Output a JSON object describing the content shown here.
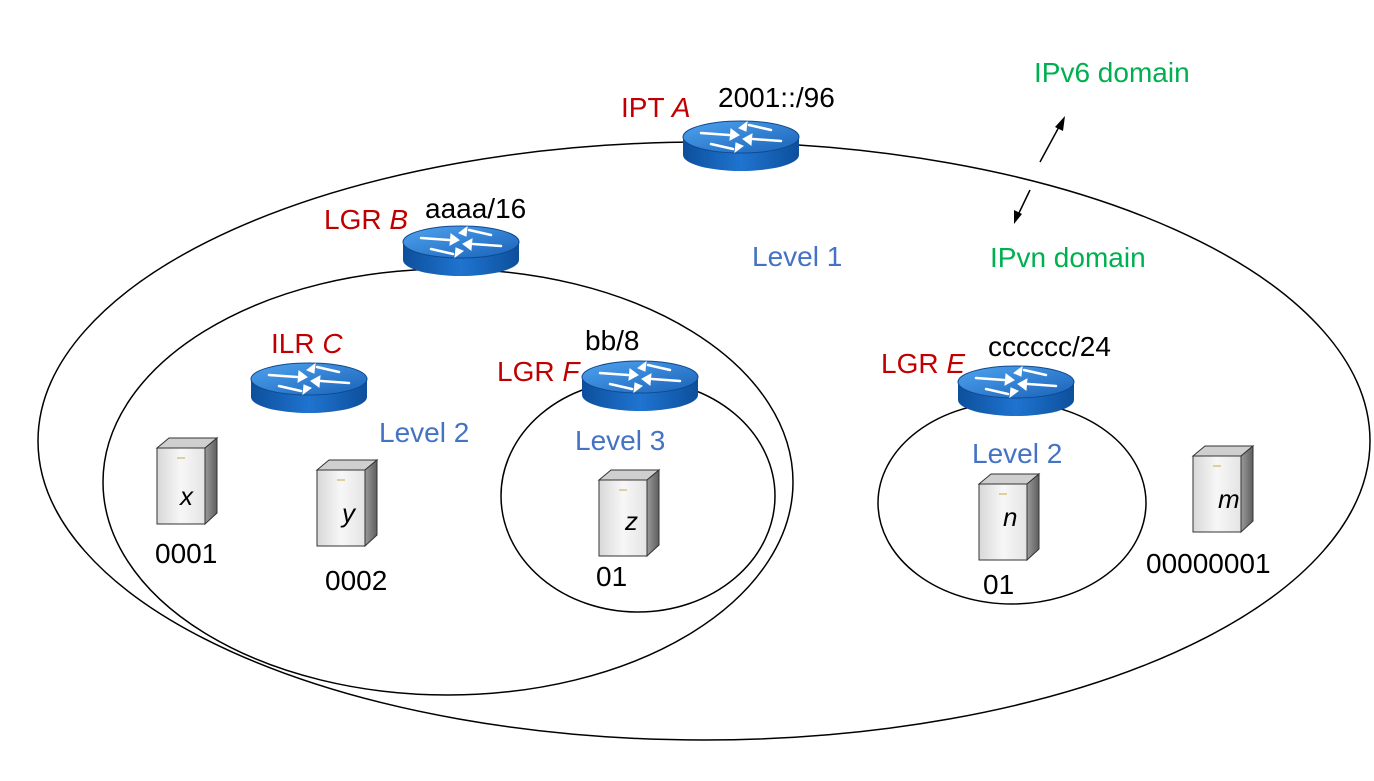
{
  "routers": {
    "a": {
      "role": "IPT",
      "name": "A",
      "prefix": "2001::/96"
    },
    "b": {
      "role": "LGR",
      "name": "B",
      "prefix": "aaaa/16"
    },
    "c": {
      "role": "ILR",
      "name": "C"
    },
    "f": {
      "role": "LGR",
      "name": "F",
      "prefix": "bb/8"
    },
    "e": {
      "role": "LGR",
      "name": "E",
      "prefix": "cccccc/24"
    }
  },
  "levels": {
    "level1": "Level 1",
    "level2_left": "Level 2",
    "level3": "Level 3",
    "level2_right": "Level 2"
  },
  "domains": {
    "ipv6": "IPv6 domain",
    "ipvn": "IPvn domain"
  },
  "hosts": {
    "x": {
      "name": "x",
      "address": "0001"
    },
    "y": {
      "name": "y",
      "address": "0002"
    },
    "z": {
      "name": "z",
      "address": "01"
    },
    "n": {
      "name": "n",
      "address": "01"
    },
    "m": {
      "name": "m",
      "address": "00000001"
    }
  },
  "colors": {
    "router_role": "#c00000",
    "level": "#4472c4",
    "domain": "#00b050",
    "router_body": "#1e6fc8"
  }
}
